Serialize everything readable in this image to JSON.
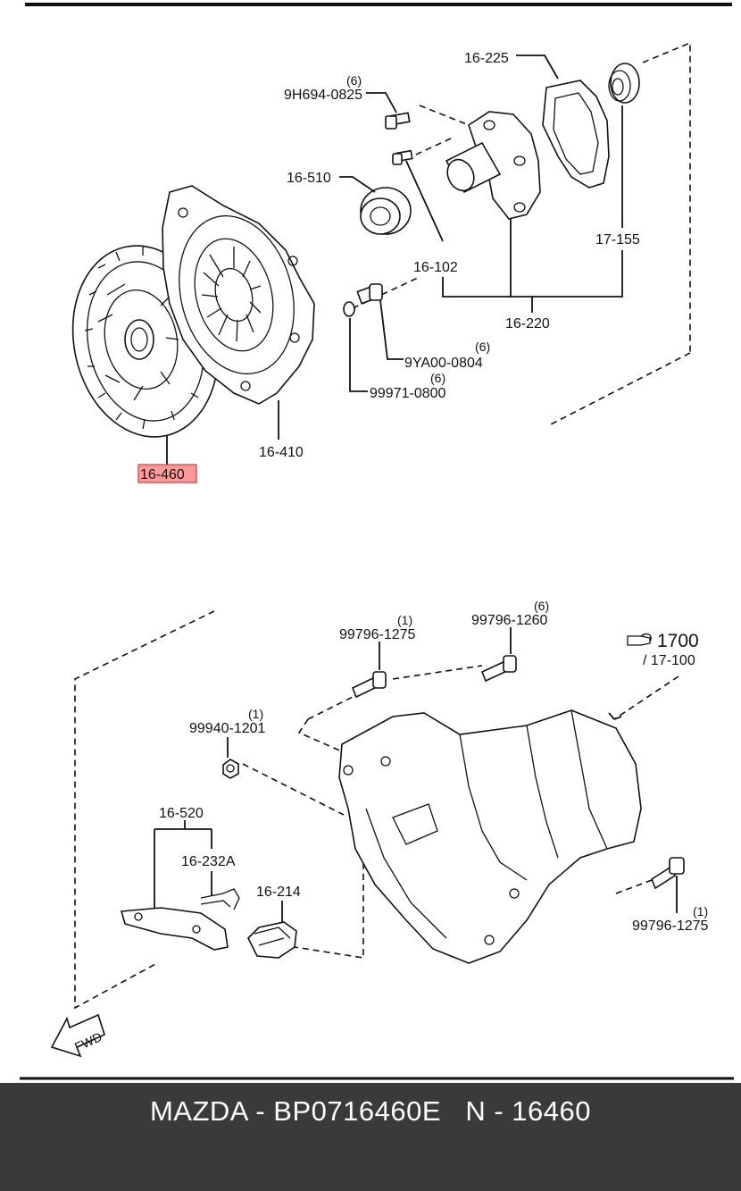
{
  "diagram": {
    "labels": {
      "p16_225": "16-225",
      "p9h694": "9H694-0825",
      "p9h694_qty": "(6)",
      "p16_510": "16-510",
      "p16_102": "16-102",
      "p17_155": "17-155",
      "p16_220": "16-220",
      "p9ya00": "9YA00-0804",
      "p9ya00_qty": "(6)",
      "p99971": "99971-0800",
      "p99971_qty": "(6)",
      "p16_410": "16-410",
      "p16_460": "16-460",
      "p99796_1275a": "99796-1275",
      "p99796_1275a_qty": "(1)",
      "p99796_1260": "99796-1260",
      "p99796_1260_qty": "(6)",
      "ref_1700": "1700",
      "ref_17100": "/ 17-100",
      "p99940": "99940-1201",
      "p99940_qty": "(1)",
      "p16_520": "16-520",
      "p16_232a": "16-232A",
      "p16_214": "16-214",
      "p99796_1275b": "99796-1275",
      "p99796_1275b_qty": "(1)",
      "fwd": "FWD"
    },
    "highlight_color": "#ff9a9a"
  },
  "footer": {
    "text": "MAZDA - BP0716460E   N - 16460",
    "background": "#3a3a3a"
  }
}
